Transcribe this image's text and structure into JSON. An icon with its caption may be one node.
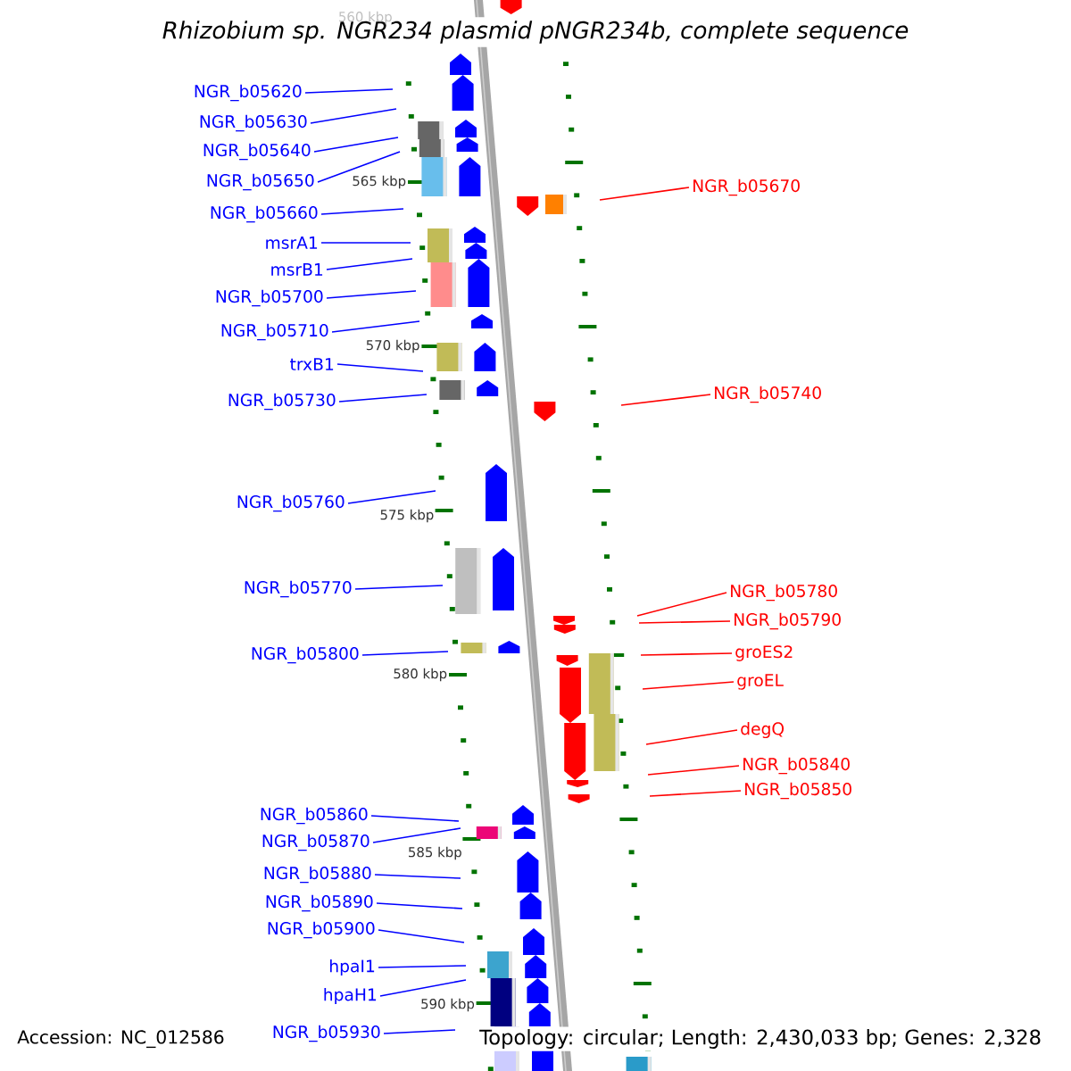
{
  "diagram": {
    "title": "Rhizobium sp. NGR234 plasmid pNGR234b, complete sequence",
    "nodes": [
      {
        "text": [
          "NGR_b05620"
        ]
      },
      {
        "text": [
          "NGR_b05630"
        ]
      },
      {
        "text": [
          "NGR_b05640"
        ]
      },
      {
        "text": [
          "NGR_b05650"
        ]
      },
      {
        "text": [
          "NGR_b05660"
        ]
      },
      {
        "text": [
          "msrA1"
        ]
      },
      {
        "text": [
          "msrB1"
        ]
      },
      {
        "text": [
          "NGR_b05700"
        ]
      },
      {
        "text": [
          "NGR_b05710"
        ]
      },
      {
        "text": [
          "trxB1"
        ]
      },
      {
        "text": [
          "NGR_b05730"
        ]
      },
      {
        "text": [
          "NGR_b05760"
        ]
      },
      {
        "text": [
          "NGR_b05770"
        ]
      },
      {
        "text": [
          "NGR_b05800"
        ]
      },
      {
        "text": [
          "NGR_b05860"
        ]
      },
      {
        "text": [
          "NGR_b05870"
        ]
      },
      {
        "text": [
          "NGR_b05880"
        ]
      },
      {
        "text": [
          "NGR_b05890"
        ]
      },
      {
        "text": [
          "NGR_b05900"
        ]
      },
      {
        "text": [
          "hpaI1"
        ]
      },
      {
        "text": [
          "hpaH1"
        ]
      },
      {
        "text": [
          "NGR_b05930"
        ]
      },
      {
        "text": [
          "NGR_b05670"
        ]
      },
      {
        "text": [
          "NGR_b05740"
        ]
      },
      {
        "text": [
          "NGR_b05780"
        ]
      },
      {
        "text": [
          "NGR_b05790"
        ]
      },
      {
        "text": [
          "groES2"
        ]
      },
      {
        "text": [
          "groEL"
        ]
      },
      {
        "text": [
          "degQ"
        ]
      },
      {
        "text": [
          "NGR_b05840"
        ]
      },
      {
        "text": [
          "NGR_b05850"
        ]
      }
    ],
    "edges": [
      {
        "from": 0,
        "to": null,
        "arrow": "none"
      },
      {
        "from": 1,
        "to": null,
        "arrow": "none"
      },
      {
        "from": 2,
        "to": null,
        "arrow": "none"
      },
      {
        "from": 3,
        "to": null,
        "arrow": "none"
      },
      {
        "from": 4,
        "to": null,
        "arrow": "none"
      },
      {
        "from": 5,
        "to": null,
        "arrow": "none"
      },
      {
        "from": 6,
        "to": null,
        "arrow": "none"
      },
      {
        "from": 7,
        "to": null,
        "arrow": "none"
      },
      {
        "from": 8,
        "to": null,
        "arrow": "none"
      },
      {
        "from": 9,
        "to": null,
        "arrow": "none"
      },
      {
        "from": 10,
        "to": null,
        "arrow": "none"
      },
      {
        "from": 11,
        "to": null,
        "arrow": "none"
      },
      {
        "from": 12,
        "to": null,
        "arrow": "none"
      },
      {
        "from": 13,
        "to": null,
        "arrow": "none"
      },
      {
        "from": 14,
        "to": null,
        "arrow": "none"
      },
      {
        "from": 15,
        "to": null,
        "arrow": "none"
      },
      {
        "from": 16,
        "to": null,
        "arrow": "none"
      },
      {
        "from": 17,
        "to": null,
        "arrow": "none"
      },
      {
        "from": 18,
        "to": null,
        "arrow": "none"
      },
      {
        "from": 19,
        "to": null,
        "arrow": "none"
      },
      {
        "from": 20,
        "to": null,
        "arrow": "none"
      },
      {
        "from": 21,
        "to": null,
        "arrow": "none"
      },
      {
        "from": 22,
        "to": null,
        "arrow": "none",
        "color": "#ff0000"
      },
      {
        "from": 23,
        "to": null,
        "arrow": "none",
        "color": "#ff0000"
      },
      {
        "from": 24,
        "to": null,
        "arrow": "none",
        "color": "#ff0000"
      },
      {
        "from": 25,
        "to": null,
        "arrow": "none",
        "color": "#ff0000"
      },
      {
        "from": 26,
        "to": null,
        "arrow": "none",
        "color": "#ff0000"
      },
      {
        "from": 27,
        "to": null,
        "arrow": "none",
        "color": "#ff0000"
      },
      {
        "from": 28,
        "to": null,
        "arrow": "none",
        "color": "#ff0000"
      },
      {
        "from": 29,
        "to": null,
        "arrow": "none",
        "color": "#ff0000"
      },
      {
        "from": 30,
        "to": null,
        "arrow": "none",
        "color": "#ff0000"
      }
    ],
    "labels": [
      "560 kbp",
      "565 kbp",
      "570 kbp",
      "575 kbp",
      "580 kbp",
      "585 kbp",
      "590 kbp",
      "Accession: NC_012586",
      "Topology: circular; Length: 2,430,033 bp; Genes: 2,328"
    ]
  }
}
